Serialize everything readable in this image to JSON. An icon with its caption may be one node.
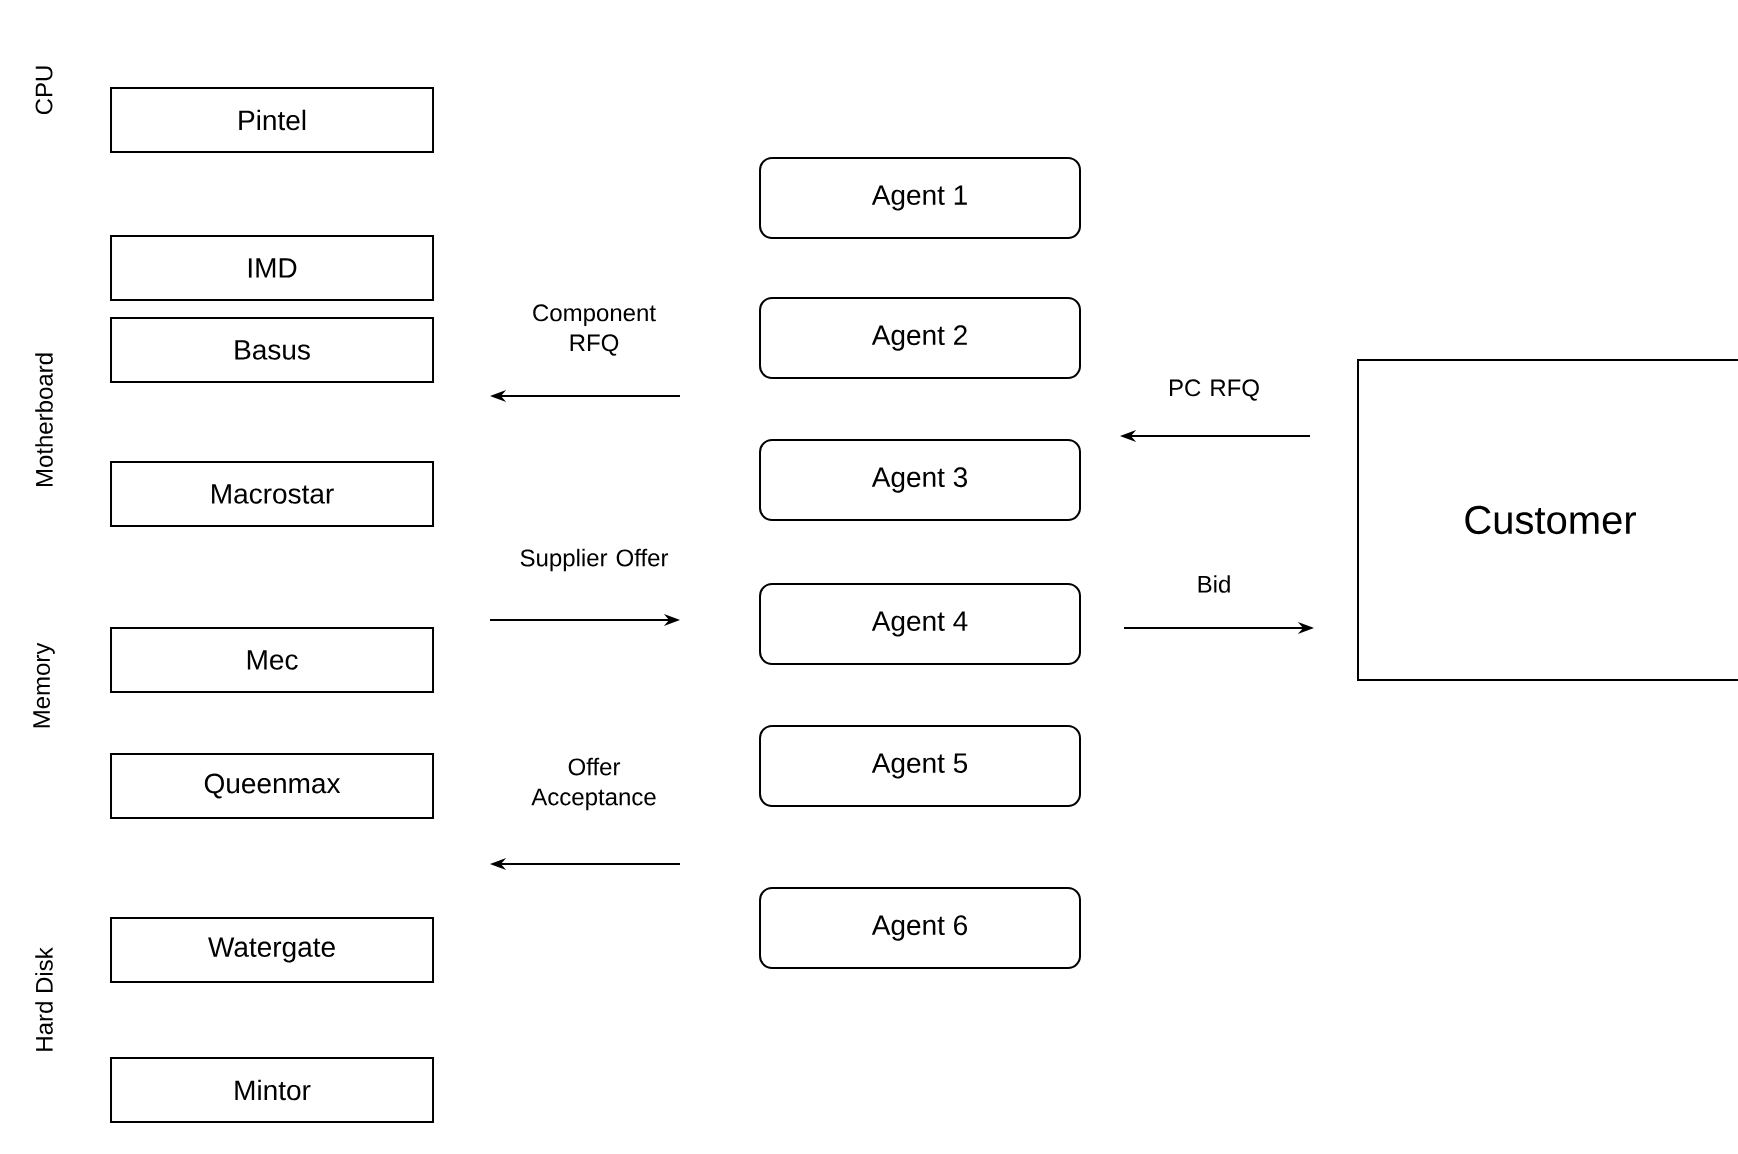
{
  "diagram": {
    "nodes": [
      {
        "text": [
          "Pintel"
        ]
      },
      {
        "text": [
          "IMD"
        ]
      },
      {
        "text": [
          "Basus"
        ]
      },
      {
        "text": [
          "Macrostar"
        ]
      },
      {
        "text": [
          "Mec"
        ]
      },
      {
        "text": [
          "Queenmax"
        ]
      },
      {
        "text": [
          "Watergate"
        ]
      },
      {
        "text": [
          "Mintor"
        ]
      },
      {
        "text": [
          "Agent 1"
        ]
      },
      {
        "text": [
          "Agent 2"
        ]
      },
      {
        "text": [
          "Agent 3"
        ]
      },
      {
        "text": [
          "Agent 4"
        ]
      },
      {
        "text": [
          "Agent 5"
        ]
      },
      {
        "text": [
          "Agent 6"
        ]
      },
      {
        "text": [
          "Customer"
        ]
      }
    ],
    "labels": [
      "CPU",
      "Motherboard",
      "Memory",
      "Hard Disk",
      "Component RFQ",
      "Supplier Offer",
      "Offer Acceptance",
      "PC RFQ",
      "Bid"
    ]
  }
}
